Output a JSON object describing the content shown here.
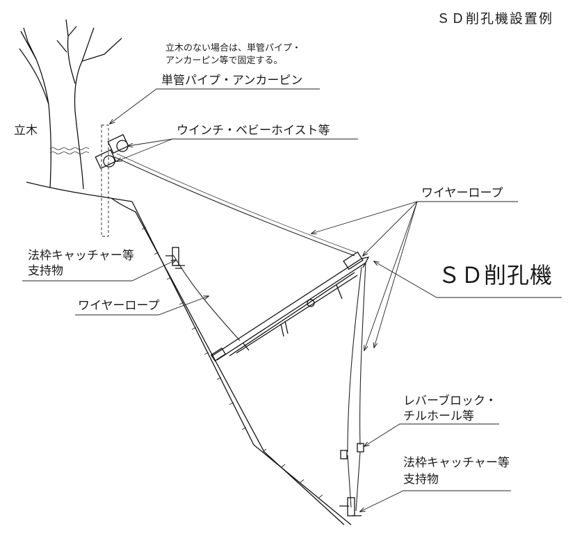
{
  "title": "ＳＤ削孔機設置例",
  "labels": {
    "tree": "立木",
    "note_line1": "立木のない場合は、単管パイプ・",
    "note_line2": "アンカーピン等で固定する。",
    "pipe_anchor": "単管パイプ・アンカーピン",
    "winch": "ウインチ・ベビーホイスト等",
    "wire_rope_upper": "ワイヤーロープ",
    "catcher_upper_line1": "法枠キャッチャー等",
    "catcher_upper_line2": "支持物",
    "wire_rope_left": "ワイヤーロープ",
    "machine": "ＳＤ削孔機",
    "lever_line1": "レバーブロック・",
    "lever_line2": "チルホール等",
    "catcher_lower_line1": "法枠キャッチャー等",
    "catcher_lower_line2": "支持物"
  },
  "colors": {
    "line": "#111111",
    "background": "#ffffff"
  }
}
